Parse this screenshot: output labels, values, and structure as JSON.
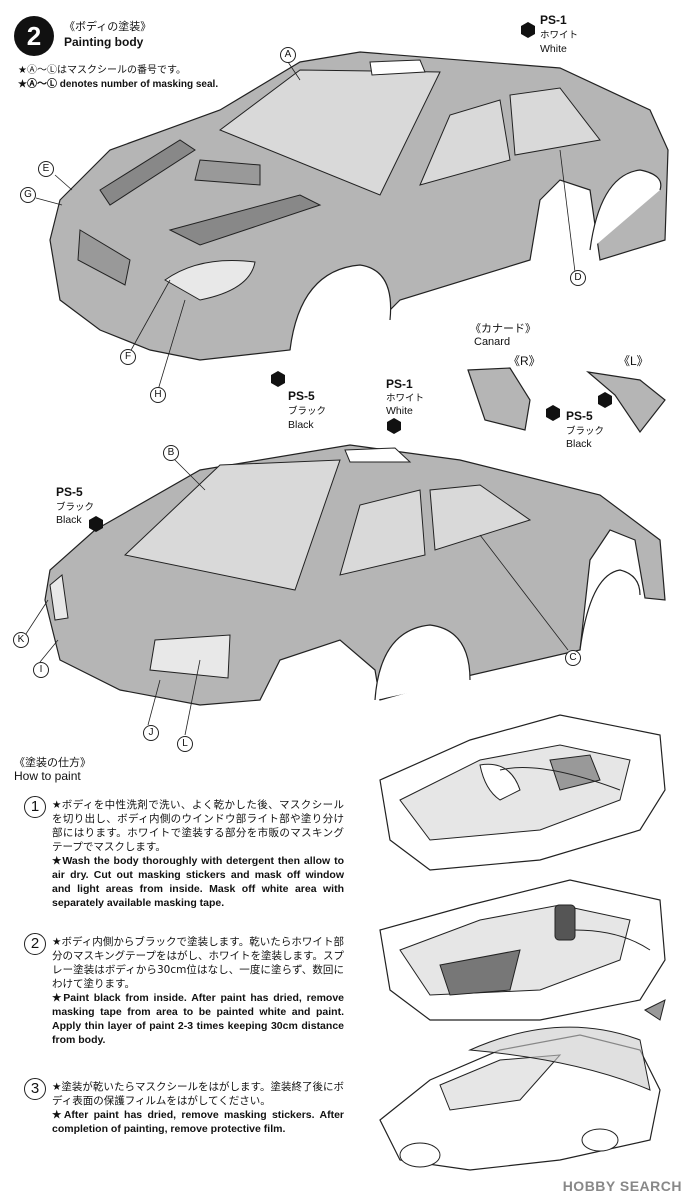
{
  "header": {
    "step": "2",
    "title_jp": "《ボディの塗装》",
    "title_en": "Painting body",
    "note_jp": "★Ⓐ～Ⓛはマスクシールの番号です。",
    "note_en": "★Ⓐ～Ⓛ denotes number of masking seal."
  },
  "paints": {
    "ps1_top": {
      "code": "PS-1",
      "jp": "ホワイト",
      "en": "White"
    },
    "ps5_front": {
      "code": "PS-5",
      "jp": "ブラック",
      "en": "Black"
    },
    "ps1_mid": {
      "code": "PS-1",
      "jp": "ホワイト",
      "en": "White"
    },
    "ps5_canard": {
      "code": "PS-5",
      "jp": "ブラック",
      "en": "Black"
    },
    "ps5_rear": {
      "code": "PS-5",
      "jp": "ブラック",
      "en": "Black"
    }
  },
  "canard": {
    "jp": "《カナード》",
    "en": "Canard",
    "right": "《R》",
    "left": "《L》"
  },
  "seals": {
    "A": "A",
    "B": "B",
    "C": "C",
    "D": "D",
    "E": "E",
    "F": "F",
    "G": "G",
    "H": "H",
    "I": "I",
    "J": "J",
    "K": "K",
    "L": "L"
  },
  "howto": {
    "title_jp": "《塗装の仕方》",
    "title_en": "How to paint",
    "steps": [
      {
        "num": "1",
        "jp": "★ボディを中性洗剤で洗い、よく乾かした後、マスクシールを切り出し、ボディ内側のウインドウ部ライト部や塗り分け部にはります。ホワイトで塗装する部分を市販のマスキングテープでマスクします。",
        "en": "★Wash the body thoroughly with detergent then allow to air dry. Cut out masking stickers and mask off window and light areas from inside. Mask off white area with separately available masking tape."
      },
      {
        "num": "2",
        "jp": "★ボディ内側からブラックで塗装します。乾いたらホワイト部分のマスキングテープをはがし、ホワイトを塗装します。スプレー塗装はボディから30cm位はなし、一度に塗らず、数回にわけて塗ります。",
        "en": "★Paint black from inside. After paint has dried, remove masking tape from area to be painted white and paint. Apply thin layer of paint 2-3 times keeping 30cm distance from body."
      },
      {
        "num": "3",
        "jp": "★塗装が乾いたらマスクシールをはがします。塗装終了後にボディ表面の保護フィルムをはがしてください。",
        "en": "★After paint has dried, remove masking stickers. After completion of painting, remove protective film."
      }
    ]
  },
  "watermark": "HOBBY SEARCH"
}
